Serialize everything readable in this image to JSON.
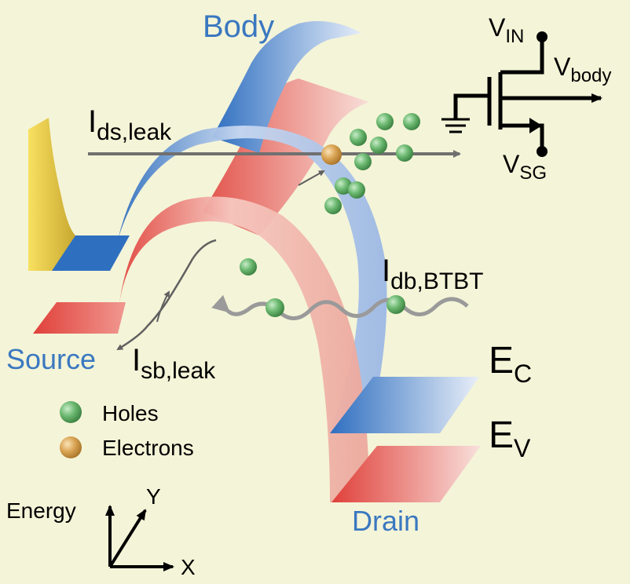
{
  "labels": {
    "body": "Body",
    "source": "Source",
    "drain": "Drain",
    "ids_main": "I",
    "ids_sub": "ds,leak",
    "isb_main": "I",
    "isb_sub": "sb,leak",
    "idb_main": "I",
    "idb_sub": "db,BTBT",
    "ec_main": "E",
    "ec_sub": "C",
    "ev_main": "E",
    "ev_sub": "V",
    "vin_main": "V",
    "vin_sub": "IN",
    "vbody_main": "V",
    "vbody_sub": "body",
    "vsg_main": "V",
    "vsg_sub": "SG"
  },
  "legend": {
    "holes": "Holes",
    "electrons": "Electrons"
  },
  "axes": {
    "energy": "Energy",
    "x": "X",
    "y": "Y"
  },
  "colors": {
    "background": "#f4f4d8",
    "label_blue": "#3a78c0",
    "conduction_band": "#2f6fc0",
    "valence_band": "#e0403a",
    "hole": "#5aa860",
    "electron": "#d4a050",
    "arrow": "#707070",
    "gate": "#f0d840"
  }
}
